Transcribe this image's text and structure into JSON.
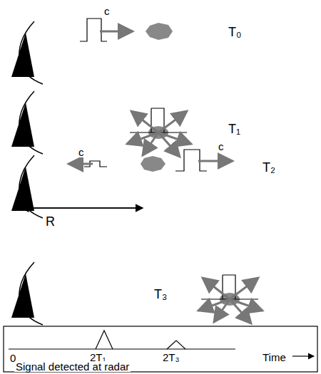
{
  "diagram": {
    "labels": [
      "c",
      "T₀",
      "T₁",
      "c",
      "c",
      "T₂",
      "R",
      "T₃",
      "0",
      "2T₁",
      "2T₃",
      "Time",
      "Signal detected at radar"
    ]
  }
}
